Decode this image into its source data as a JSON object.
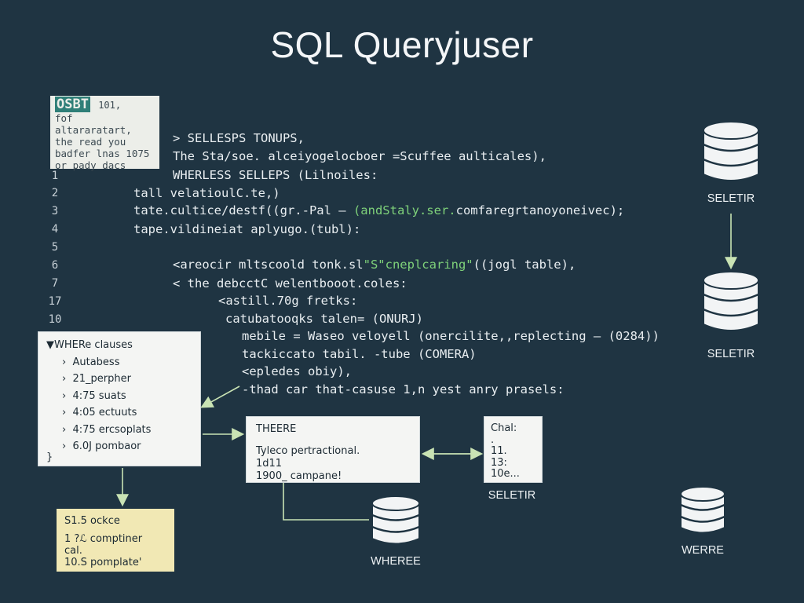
{
  "title": "SQL Queryjuser",
  "legend": {
    "badge": "OSBT",
    "num": "101,",
    "lines": [
      "fof altararatart,",
      "the read you",
      "badfer lnas 1075",
      "or pady dacs"
    ]
  },
  "line_numbers": [
    "1",
    "2",
    "3",
    "4",
    "5",
    "6",
    "7",
    "17",
    "10"
  ],
  "code": {
    "l0": "> SELLESPS TONUPS,",
    "l1": "The Sta/soe. alceiyogelocboer =Scuffee aulticales),",
    "l2": "WHERLESS SELLEPS (Lilnoiles:",
    "l3": "tall velatioulC.te,)",
    "l4_a": "tate.cultice/destf((gr.-Pal – ",
    "l4_hl": "(andStaly.ser.",
    "l4_b": "comfaregrtanoyoneivec);",
    "l5": "tape.vildineiat aplyugo.(tubl):",
    "l6_a": "<areocir mltscoold tonk.sl",
    "l6_hl": "\"S\"cneplcaring\"",
    "l6_b": "((jogl table),",
    "l7": "< the debcctC welentbooot.coles:",
    "l8": "<astill.70g fretks:",
    "l9": "catubatooqks talen= (ONURJ)",
    "l10": "mebile = Waseo veloyell (onercilite,,replecting – (0284))",
    "l11": "tackiccato tabil. -tube (COMERA)",
    "l12": "<epledes obiy),",
    "l13": "-thad car that-casuse 1,n yest anry prasels:"
  },
  "where_box": {
    "head": "▼WHERe clauses",
    "items": [
      "Autabess",
      "21_perpher",
      "4:75 suats",
      "4:05 ectuuts",
      "4:75 ercsoplats",
      "6.0J pombaor"
    ],
    "close": "}"
  },
  "there_box": {
    "title": "THEERE",
    "lines": [
      "Tyleco pertractional.",
      "1d11",
      "1900_ campane!"
    ]
  },
  "chal_box": {
    "lines": [
      "Chal:",
      ".",
      "11.",
      "13:",
      "10e..."
    ]
  },
  "note_box": {
    "lines": [
      "S1.5 ockce",
      "1 ?ℒ comptiner",
      "cal.",
      "10.S pomplate'"
    ]
  },
  "databases": {
    "top_right": "SELETIR",
    "mid_right": "SELETIR",
    "center": "SELETIR",
    "bottom_center": "WHEREE",
    "bottom_right": "WERRE"
  },
  "colors": {
    "background": "#1f3442",
    "highlight": "#7fd27a",
    "arrow": "#c9e3b4",
    "note": "#f1e8b4"
  }
}
